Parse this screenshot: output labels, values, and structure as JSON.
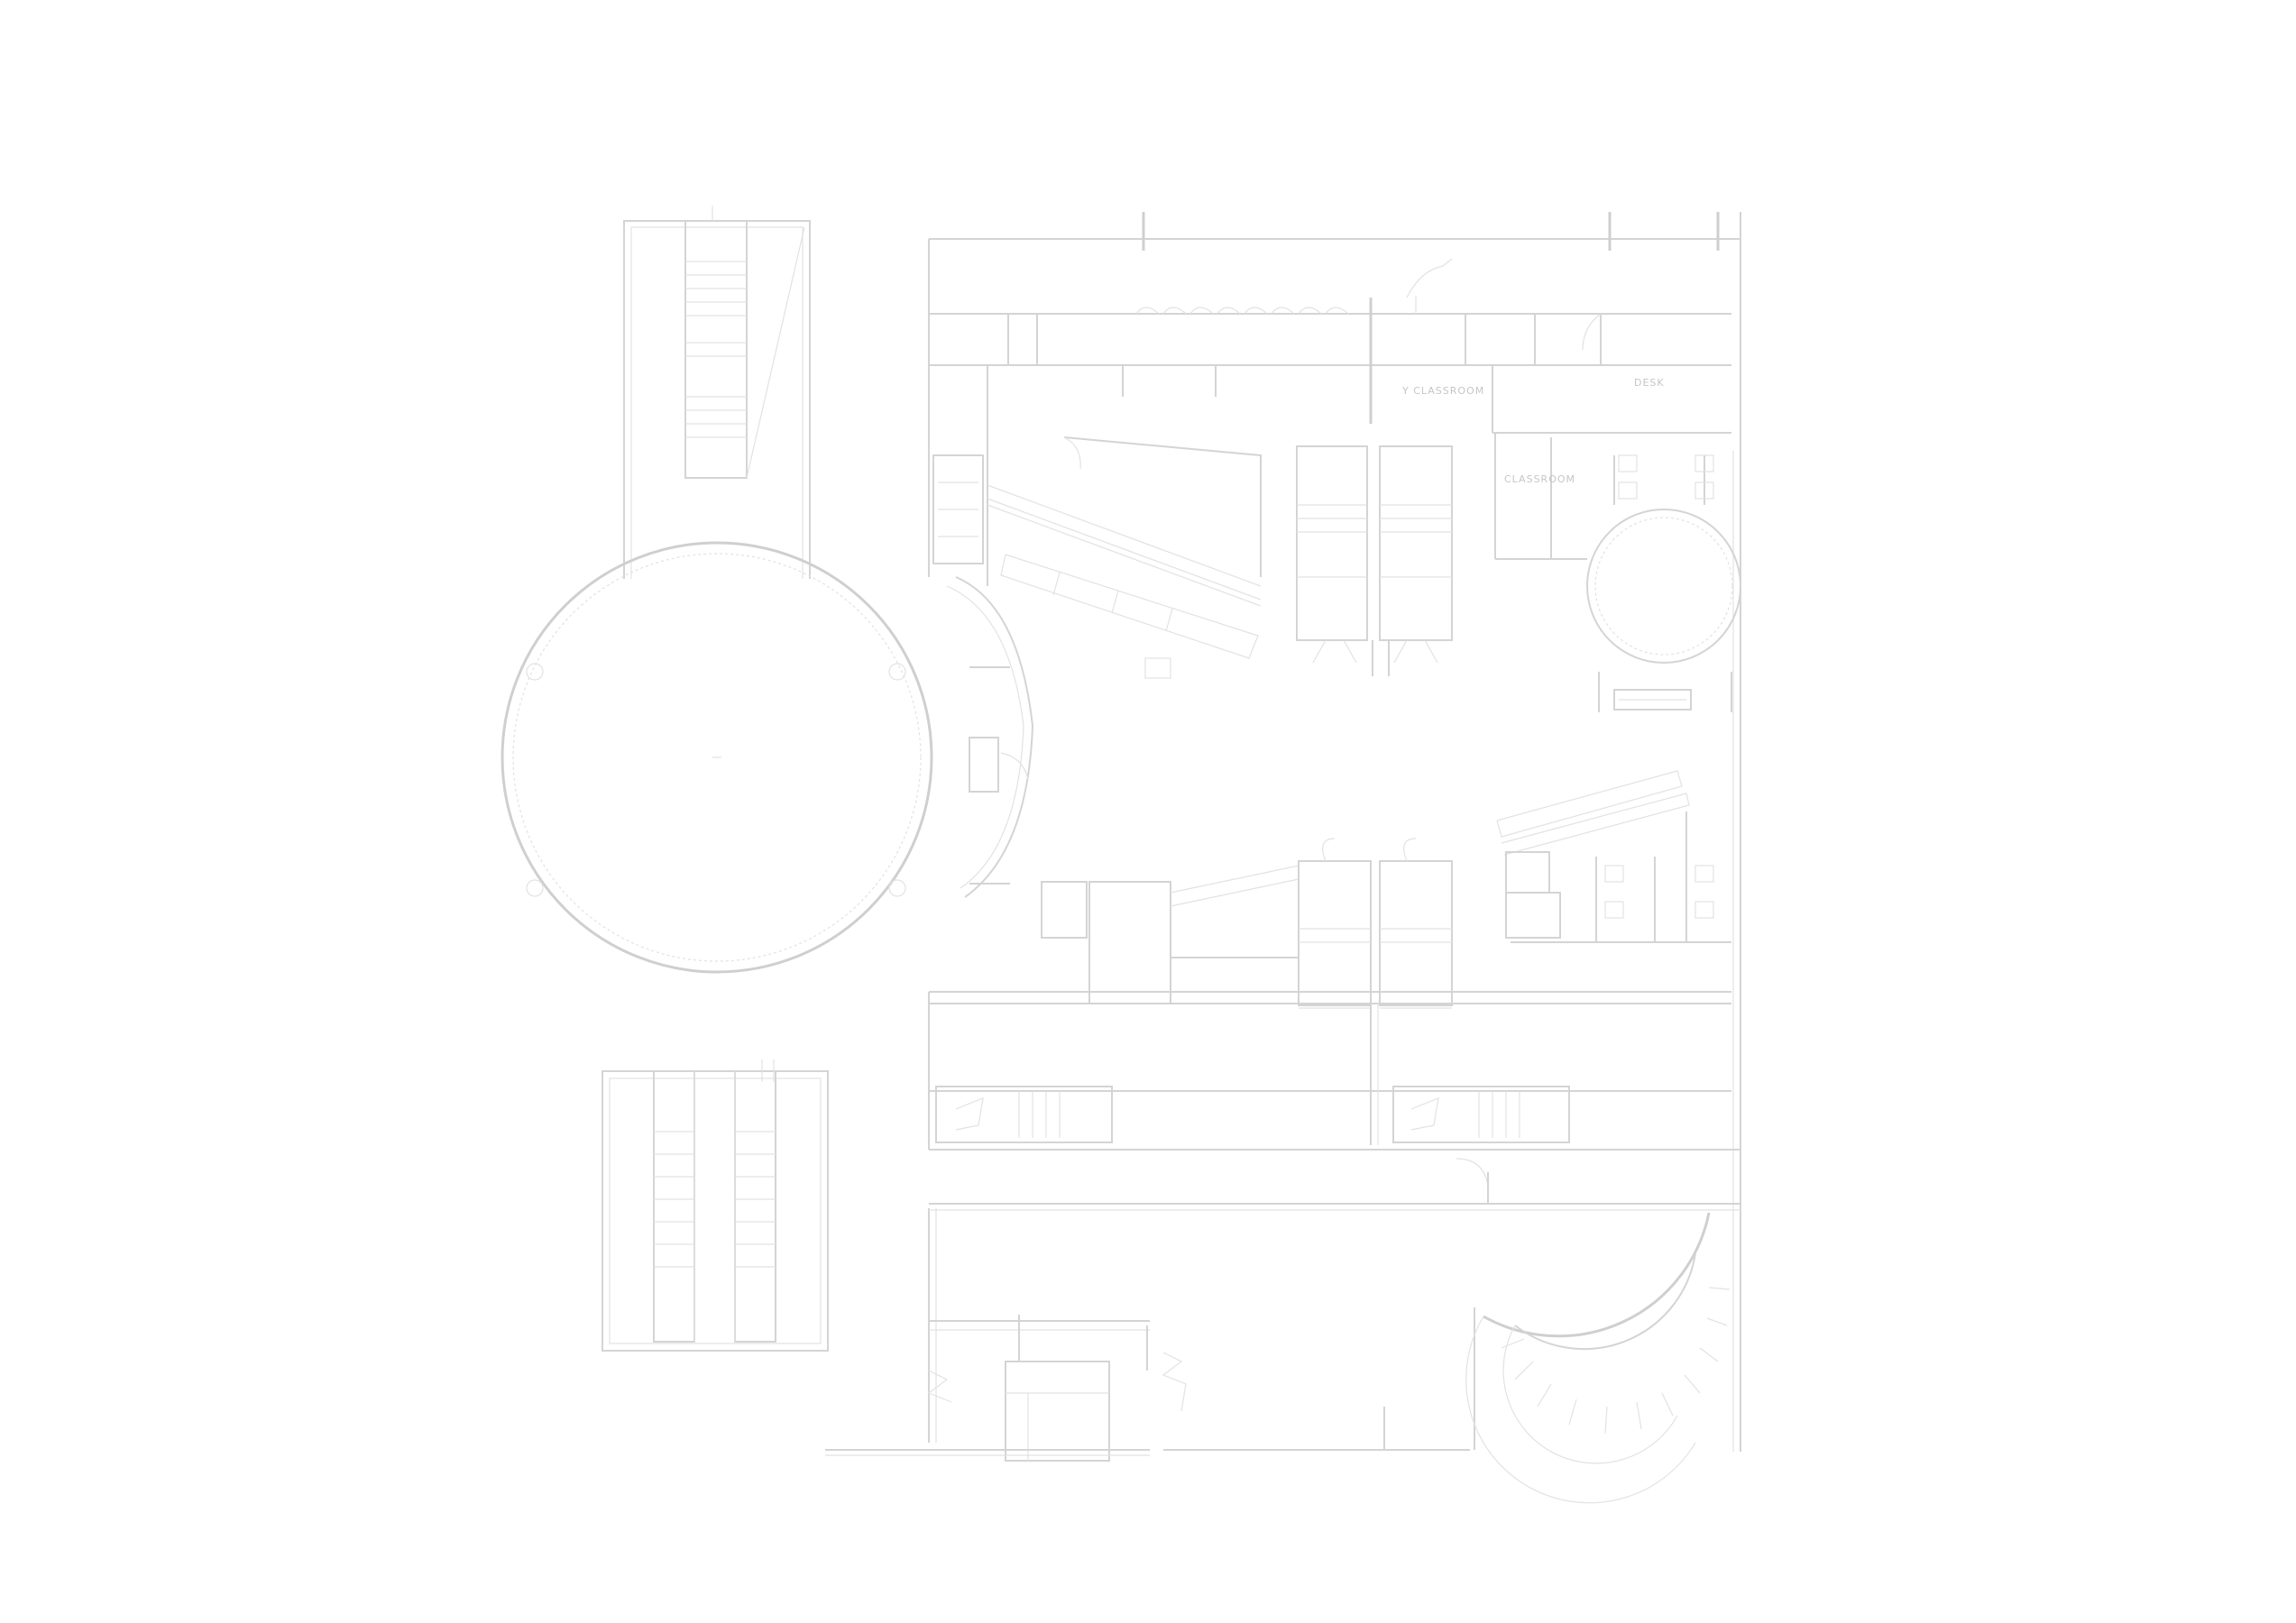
{
  "drawing": {
    "type": "architectural floor plan",
    "background": "#ffffff",
    "line_color": "#d4d4d4"
  },
  "rooms": [
    {
      "id": "room-a",
      "label": "Y CLASSROOM"
    },
    {
      "id": "room-b",
      "label": "DESK"
    },
    {
      "id": "room-c",
      "label": "CLASSROOM"
    }
  ]
}
